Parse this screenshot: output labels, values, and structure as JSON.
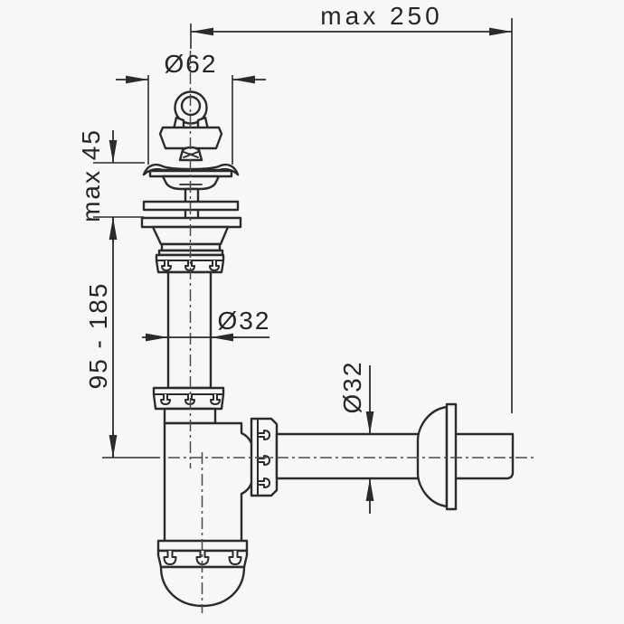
{
  "drawing": {
    "description": "technical line drawing of a sink bottle trap with strainer and plug",
    "colors": {
      "background": "#f7f7f5",
      "line": "#2b2b2b",
      "centerline": "#4a4a4a"
    },
    "labels": {
      "max_wall_distance": "max 250",
      "plug_diameter": "Ø62",
      "max_mount_height": "max 45",
      "inlet_height_range": "95 - 185",
      "inlet_pipe_diameter": "Ø32",
      "outlet_pipe_diameter": "Ø32"
    }
  }
}
